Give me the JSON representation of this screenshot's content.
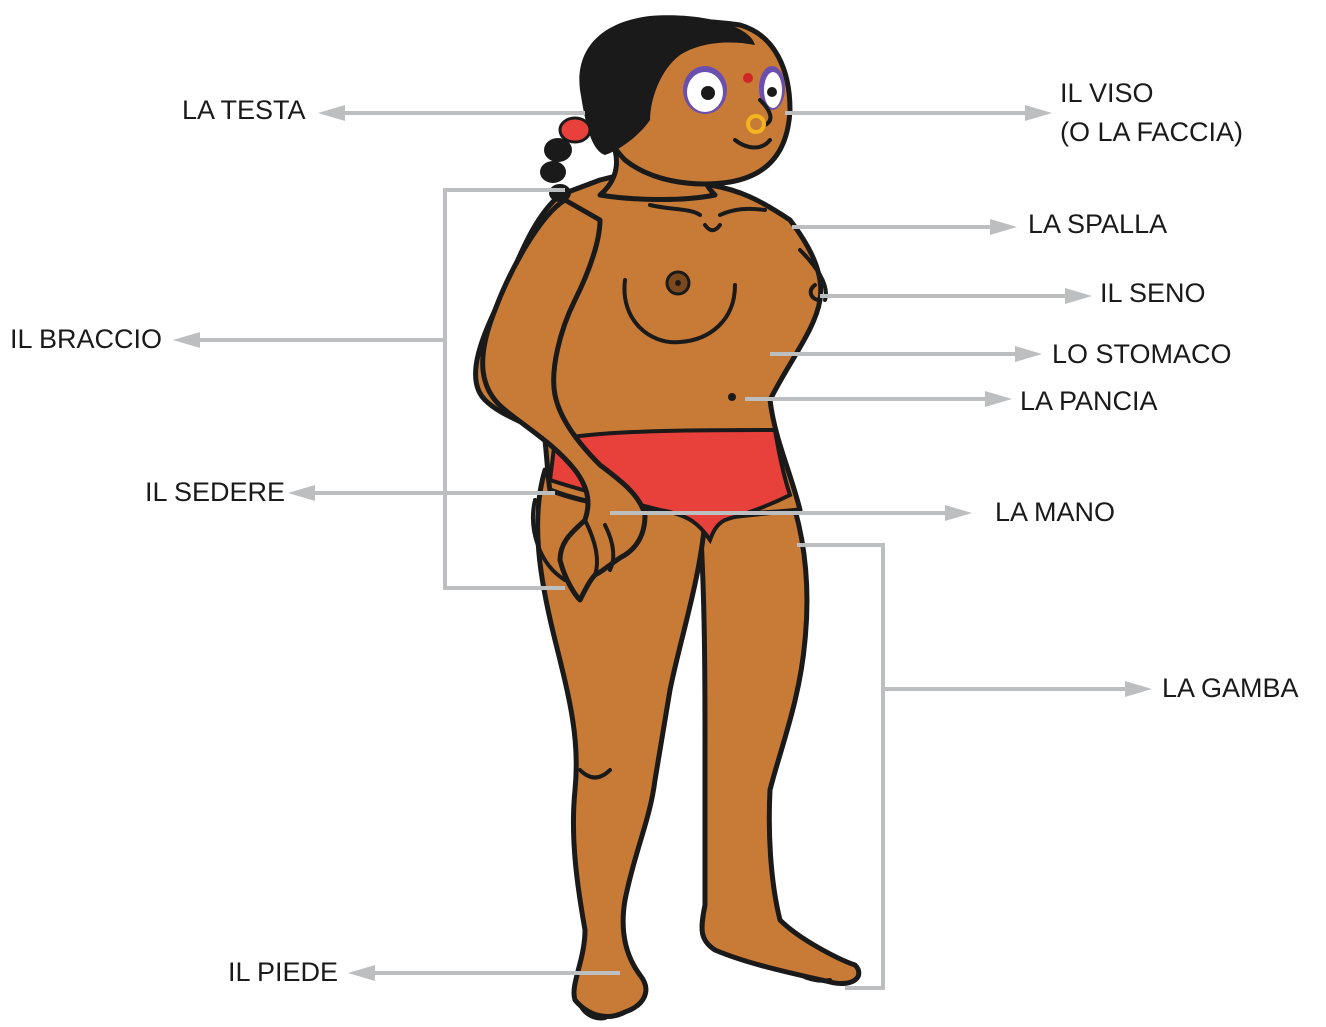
{
  "labels": {
    "testa": "LA TESTA",
    "viso_line1": "IL VISO",
    "viso_line2": "(O LA FACCIA)",
    "spalla": "LA SPALLA",
    "seno": "IL SENO",
    "braccio": "IL BRACCIO",
    "stomaco": "LO STOMACO",
    "pancia": "LA PANCIA",
    "sedere": "IL SEDERE",
    "mano": "LA MANO",
    "gamba": "LA GAMBA",
    "piede": "IL PIEDE"
  },
  "colors": {
    "skin": "#c87b37",
    "hair": "#1a1a1a",
    "underwear": "#e8403b",
    "leader_line": "#bcbec0",
    "eye_shadow": "#6a4fb0",
    "bindi": "#d0262a",
    "nose_ring": "#f2b51d"
  }
}
